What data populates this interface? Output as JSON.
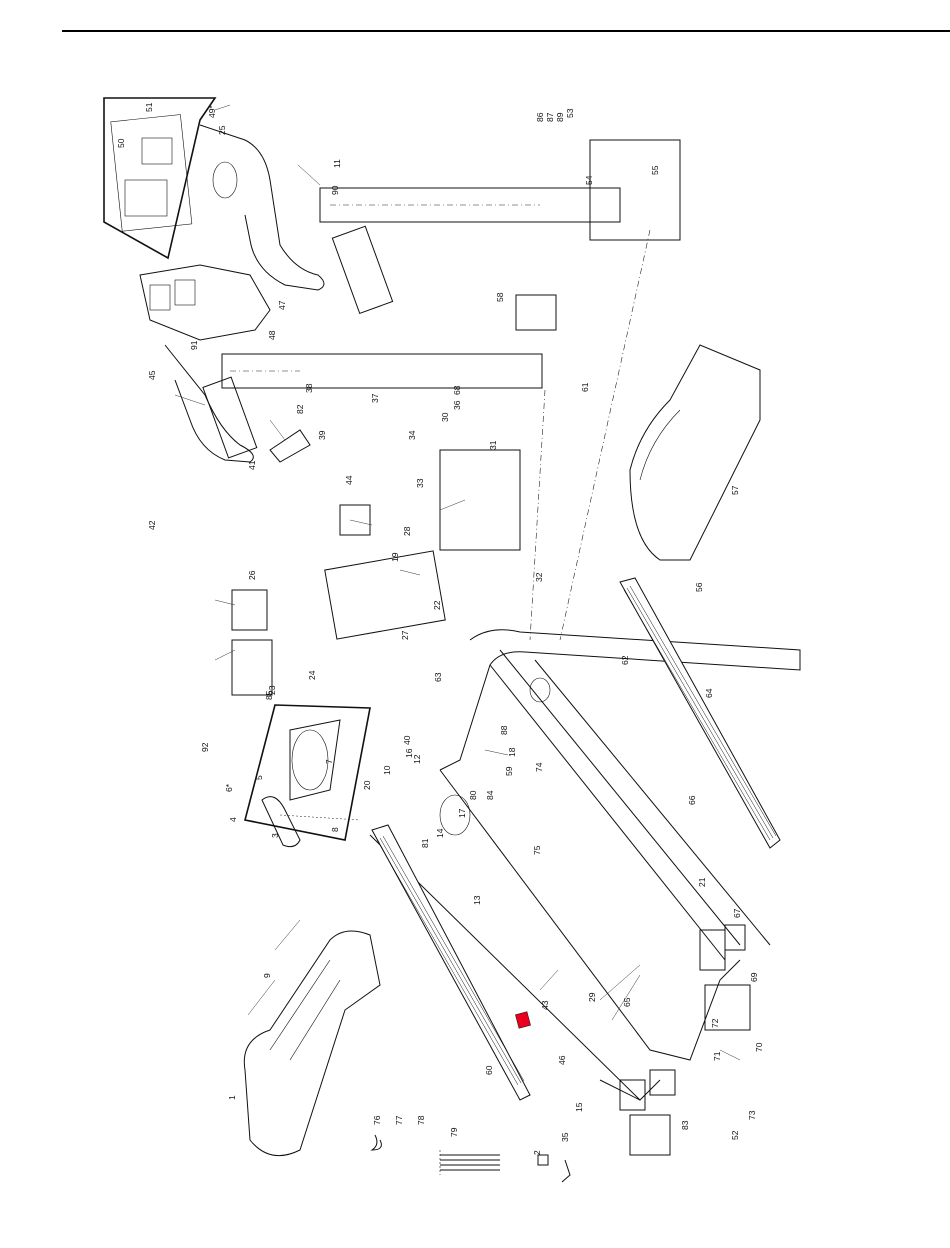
{
  "callouts": [
    "1",
    "2",
    "3",
    "4",
    "5",
    "6*",
    "7",
    "8",
    "9",
    "10",
    "11",
    "12",
    "13",
    "14",
    "15",
    "16",
    "17",
    "18",
    "19",
    "20",
    "21",
    "22",
    "23",
    "24",
    "25",
    "26",
    "27",
    "28",
    "29",
    "30",
    "31",
    "32",
    "33",
    "34",
    "35",
    "36",
    "37",
    "38",
    "39",
    "40",
    "41",
    "42",
    "43",
    "44",
    "45",
    "46",
    "47",
    "48",
    "49*",
    "50",
    "51",
    "52",
    "53",
    "54",
    "55",
    "56",
    "57",
    "58",
    "59",
    "60",
    "61",
    "62",
    "63",
    "64",
    "65",
    "66",
    "67",
    "68",
    "69",
    "70",
    "71",
    "72",
    "73",
    "74",
    "75",
    "76",
    "77",
    "78",
    "79",
    "80",
    "81",
    "82",
    "83",
    "84",
    "85",
    "86",
    "87",
    "88",
    "89",
    "90",
    "91",
    "92"
  ],
  "colors": {
    "line": "#111111",
    "highlight": "#e8001c",
    "background": "#ffffff"
  }
}
